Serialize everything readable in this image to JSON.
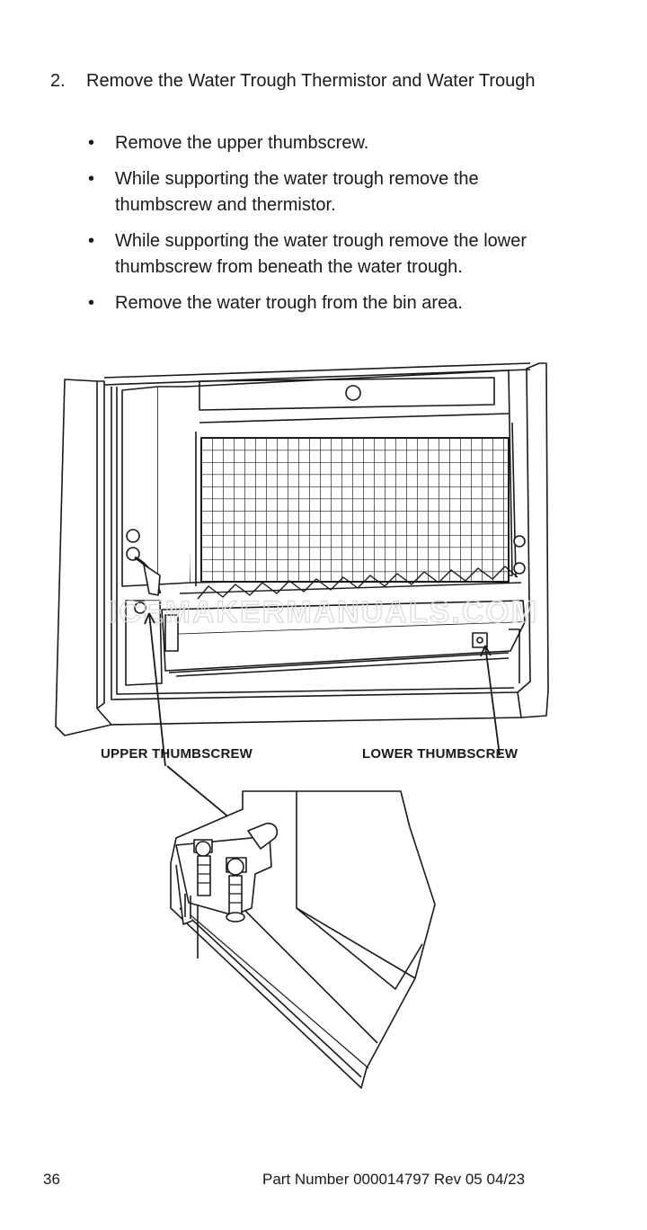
{
  "step": {
    "number": "2.",
    "title": "Remove the Water Trough Thermistor and Water Trough"
  },
  "bullets": [
    "Remove the upper thumbscrew.",
    "While supporting the water trough remove the thumbscrew and thermistor.",
    "While supporting the water trough remove the lower thumbscrew from beneath the water trough.",
    "Remove the water trough from the bin area."
  ],
  "bullet_glyph": "•",
  "callouts": {
    "upper": "UPPER THUMBSCREW",
    "lower": "LOWER THUMBSCREW"
  },
  "watermark": "ICEMAKERMANUALS.COM",
  "footer": {
    "page_number": "36",
    "part_number": "Part Number 000014797 Rev 05 04/23"
  }
}
